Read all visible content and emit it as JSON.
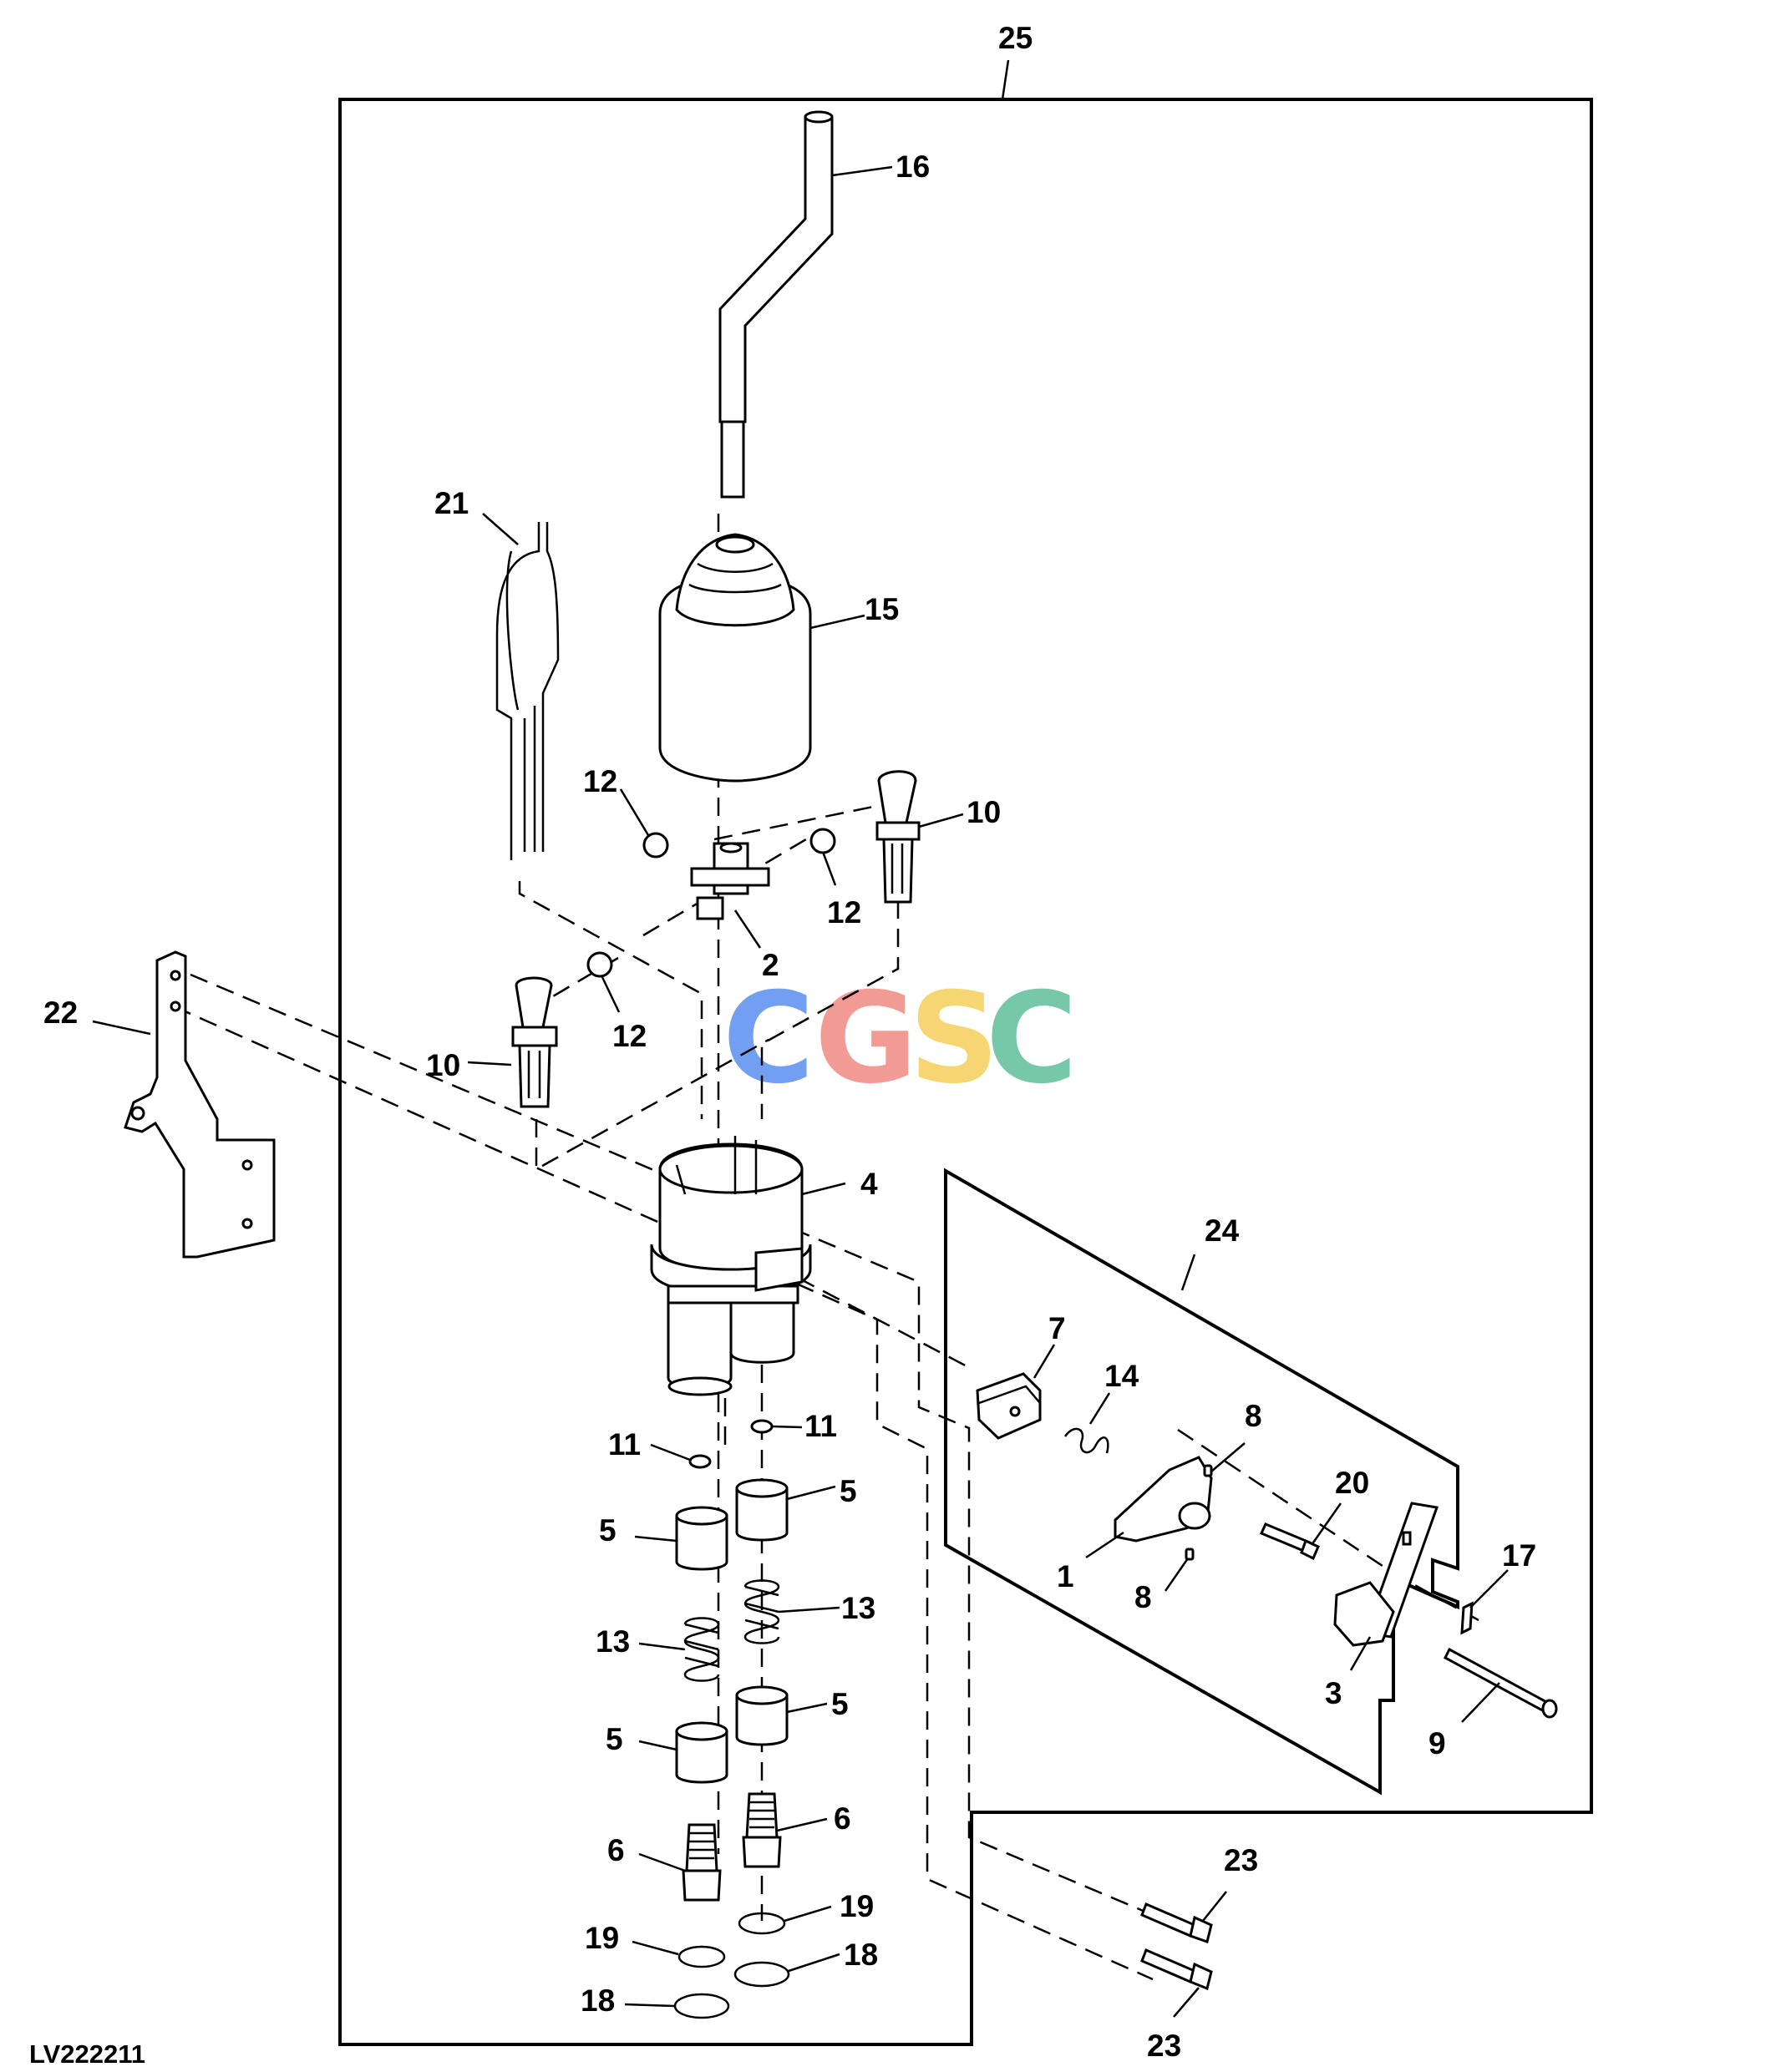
{
  "figure_id": "LV222211",
  "watermark": {
    "text": "CGSC",
    "letters": [
      "C",
      "G",
      "S",
      "C"
    ],
    "colors": [
      "#5b8ff0",
      "#f08a82",
      "#f5cf5a",
      "#5fbf9a"
    ]
  },
  "callouts": {
    "c1": "1",
    "c2": "2",
    "c3": "3",
    "c4": "4",
    "c5a": "5",
    "c5b": "5",
    "c5c": "5",
    "c5d": "5",
    "c6a": "6",
    "c6b": "6",
    "c7": "7",
    "c8a": "8",
    "c8b": "8",
    "c9": "9",
    "c10a": "10",
    "c10b": "10",
    "c11a": "11",
    "c11b": "11",
    "c12a": "12",
    "c12b": "12",
    "c12c": "12",
    "c13a": "13",
    "c13b": "13",
    "c14": "14",
    "c15": "15",
    "c16": "16",
    "c17": "17",
    "c18a": "18",
    "c18b": "18",
    "c19a": "19",
    "c19b": "19",
    "c20": "20",
    "c21": "21",
    "c22": "22",
    "c23a": "23",
    "c23b": "23",
    "c24": "24",
    "c25": "25"
  }
}
